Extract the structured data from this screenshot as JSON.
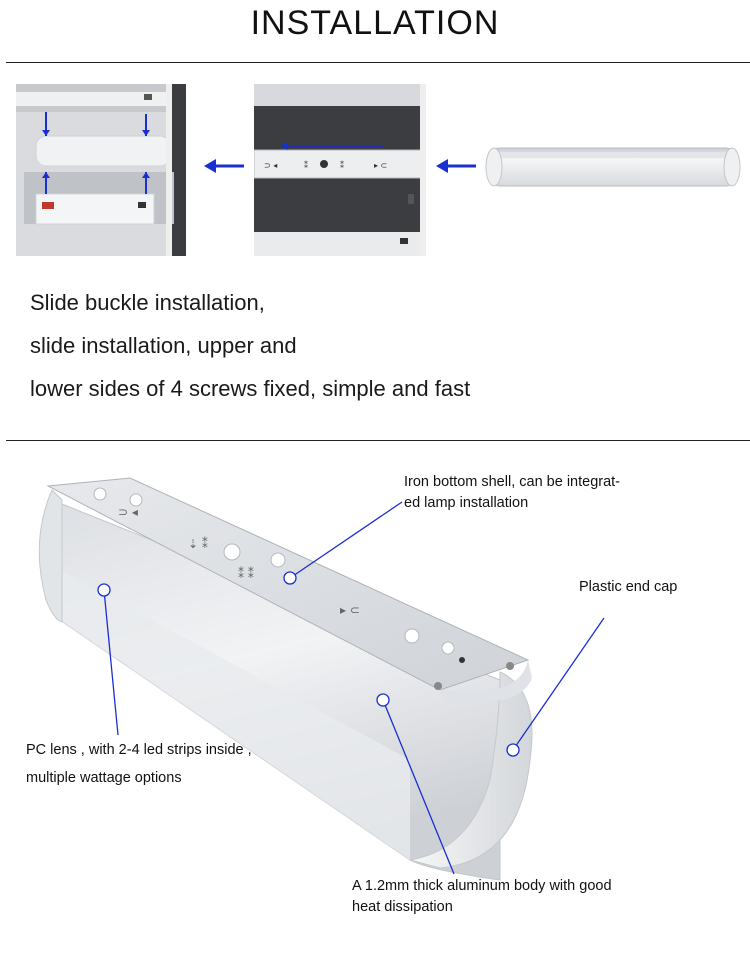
{
  "header": {
    "title": "INSTALLATION"
  },
  "installation": {
    "steps": [
      "Slide buckle installation,",
      "slide installation, upper and",
      "lower sides of 4 screws fixed, simple and fast"
    ]
  },
  "diagram": {
    "callouts": {
      "bottom_shell": [
        "Iron bottom shell, can be integrat-",
        "ed lamp installation"
      ],
      "end_cap": [
        "Plastic end cap"
      ],
      "pc_lens": [
        "PC lens , with 2-4 led strips inside ,",
        "multiple wattage options"
      ],
      "aluminum_body": [
        "A 1.2mm thick aluminum body with good",
        "heat dissipation"
      ]
    }
  },
  "colors": {
    "arrow": "#1a2fd0",
    "leader_line": "#1a2fd0",
    "photo_bg": "#3a3a3a",
    "fixture_body": "#e8eaed"
  }
}
